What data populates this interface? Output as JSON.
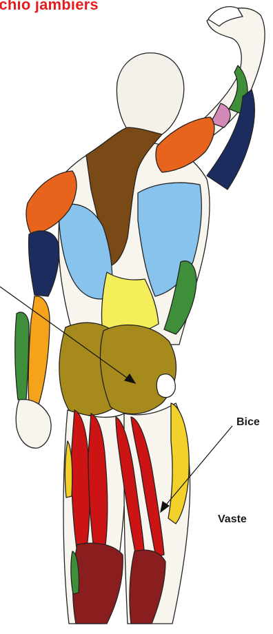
{
  "header": {
    "title": "schio jambiers"
  },
  "labels": {
    "biceps": "Bice",
    "vaste": "Vaste"
  },
  "icons": {
    "figure": "posterior-muscle-anatomy-illustration",
    "arrow": "pointer-arrow-icon"
  },
  "colors": {
    "title": "#e31d1d",
    "deltoid": "#e8641c",
    "trapezius": "#7a4a16",
    "latissimus": "#88c3ee",
    "lumbar": "#f3ee5a",
    "gluteus": "#a78a1c",
    "hamstring": "#cc1414",
    "lateral_vastus": "#f2d12a",
    "calf": "#8a1e1e",
    "triceps": "#1c2c5e",
    "forearm_orange": "#f5a31a",
    "forearm_green": "#3f8f3a",
    "pink": "#d38ab8",
    "skin": "#f7f5ee"
  }
}
